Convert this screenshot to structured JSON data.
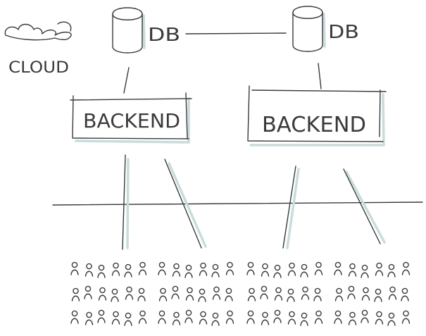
{
  "diagram": {
    "cloud": {
      "label": "CLOUD",
      "icon": "cloud-icon"
    },
    "databases": [
      {
        "label": "DB",
        "icon": "database-icon"
      },
      {
        "label": "DB",
        "icon": "database-icon"
      }
    ],
    "backends": [
      {
        "label": "BACKEND"
      },
      {
        "label": "BACKEND"
      }
    ],
    "users": {
      "icon": "person-icon",
      "group_count": 4
    },
    "colors": {
      "ink": "#3a3a3a",
      "shadow": "#c9dcdc",
      "background": "#ffffff"
    }
  }
}
